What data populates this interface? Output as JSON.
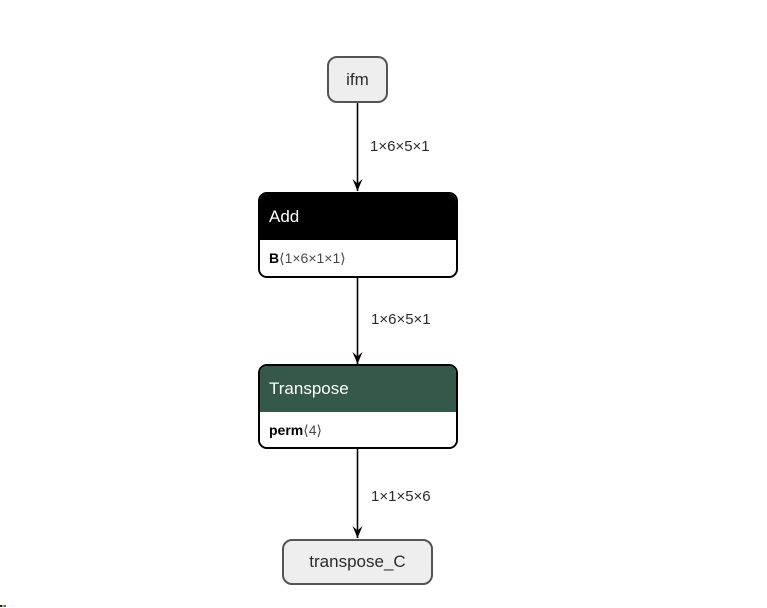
{
  "graph": {
    "nodes": [
      {
        "id": "ifm",
        "kind": "input-tensor",
        "label": "ifm",
        "fill": "#eeeeee",
        "border": "#545454"
      },
      {
        "id": "add",
        "kind": "operator",
        "title": "Add",
        "header_color": "#000000",
        "attributes": [
          {
            "name": "B",
            "value": "⟨1×6×1×1⟩"
          }
        ]
      },
      {
        "id": "transpose",
        "kind": "operator",
        "title": "Transpose",
        "header_color": "#34594a",
        "attributes": [
          {
            "name": "perm",
            "value": "⟨4⟩"
          }
        ]
      },
      {
        "id": "transpose_C",
        "kind": "output-tensor",
        "label": "transpose_C",
        "fill": "#eeeeee",
        "border": "#545454"
      }
    ],
    "edges": [
      {
        "from": "ifm",
        "to": "Add",
        "label": "1×6×5×1"
      },
      {
        "from": "Add",
        "to": "Transpose",
        "label": "1×6×5×1"
      },
      {
        "from": "Transpose",
        "to": "transpose_C",
        "label": "1×1×5×6"
      }
    ],
    "edge_color": "#000000"
  },
  "artifact": {
    "colors": {
      "c0": "#222222",
      "c1": "#d9a620",
      "c2": "#2f6fd0"
    }
  }
}
